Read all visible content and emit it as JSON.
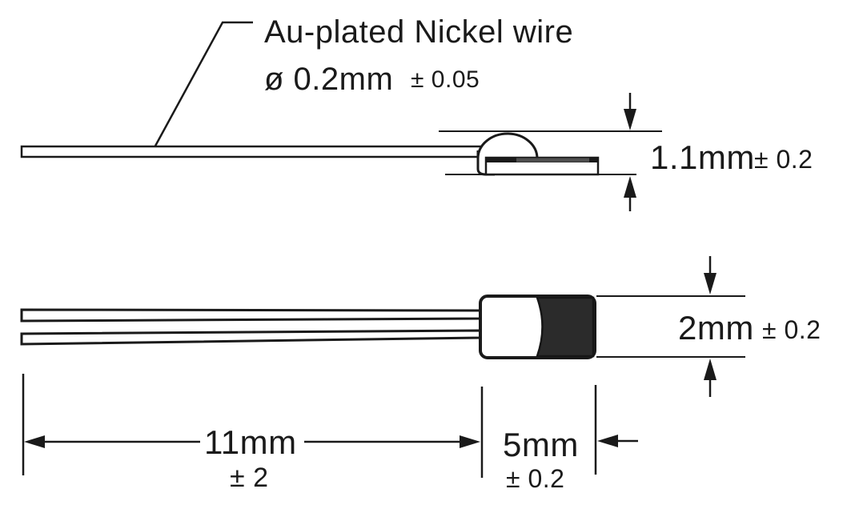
{
  "diagram": {
    "type": "technical-dimension-drawing",
    "component": "bead thermistor with leads",
    "callout": {
      "line1": "Au-plated Nickel wire",
      "line2_value": "ø 0.2mm",
      "line2_tolerance": "± 0.05"
    },
    "dimensions": {
      "bead_height": {
        "value": "1.1mm",
        "tolerance": "± 0.2"
      },
      "body_width": {
        "value": "2mm",
        "tolerance": "± 0.2"
      },
      "lead_length": {
        "value": "11mm",
        "tolerance": "± 2"
      },
      "body_length": {
        "value": "5mm",
        "tolerance": "± 0.2"
      }
    },
    "colors": {
      "line": "#1a1a1a",
      "body_fill": "#2b2b2b",
      "substrate_edge_gray": "#4f4f4f",
      "background": "#ffffff"
    }
  }
}
